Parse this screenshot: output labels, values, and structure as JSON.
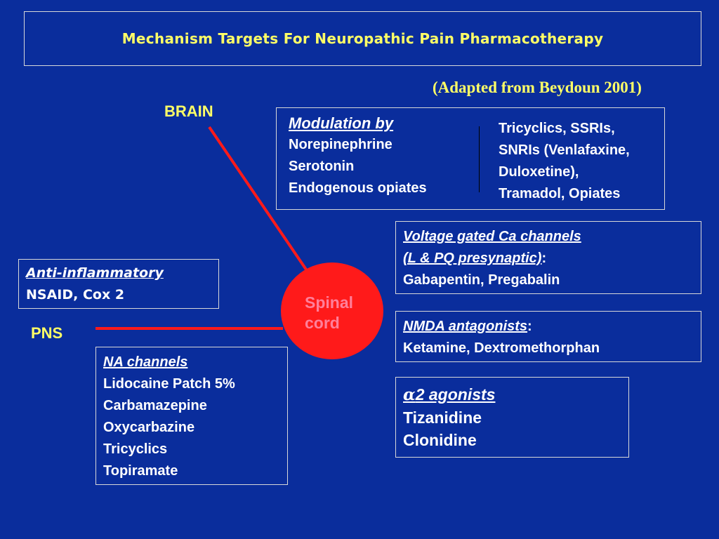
{
  "title": "Mechanism Targets For Neuropathic Pain Pharmacotherapy",
  "source": "(Adapted from Beydoun 2001)",
  "brain_label": "BRAIN",
  "pns_label": "PNS",
  "spinal_cord": [
    "Spinal",
    "cord"
  ],
  "colors": {
    "background": "#0a2d9c",
    "title": "#ffff66",
    "connector": "#ff1a1a",
    "spinal_cord": "#ff1a1a"
  },
  "modulation": {
    "heading": "Modulation by",
    "items": [
      "Norepinephrine",
      "Serotonin",
      "Endogenous opiates"
    ],
    "drugs": [
      "Tricyclics, SSRIs,",
      "SNRIs (Venlafaxine,",
      "Duloxetine),",
      "Tramadol, Opiates"
    ]
  },
  "voltage_ca": {
    "heading_line1": "Voltage gated Ca  channels",
    "heading_line2": "(L & PQ presynaptic)",
    "suffix": ":",
    "drugs": "Gabapentin, Pregabalin"
  },
  "nmda": {
    "heading": "NMDA antagonists",
    "suffix": ":",
    "drugs": "Ketamine, Dextromethorphan"
  },
  "alpha2": {
    "symbol": "α",
    "heading": "2 agonists",
    "items": [
      "Tizanidine",
      "Clonidine"
    ]
  },
  "anti_inflammatory": {
    "heading": "Anti-inflammatory",
    "drugs": "NSAID, Cox 2"
  },
  "na_channels": {
    "heading": "NA channels",
    "items": [
      "Lidocaine Patch 5%",
      "Carbamazepine",
      "Oxycarbazine",
      "Tricyclics",
      "Topiramate"
    ]
  }
}
